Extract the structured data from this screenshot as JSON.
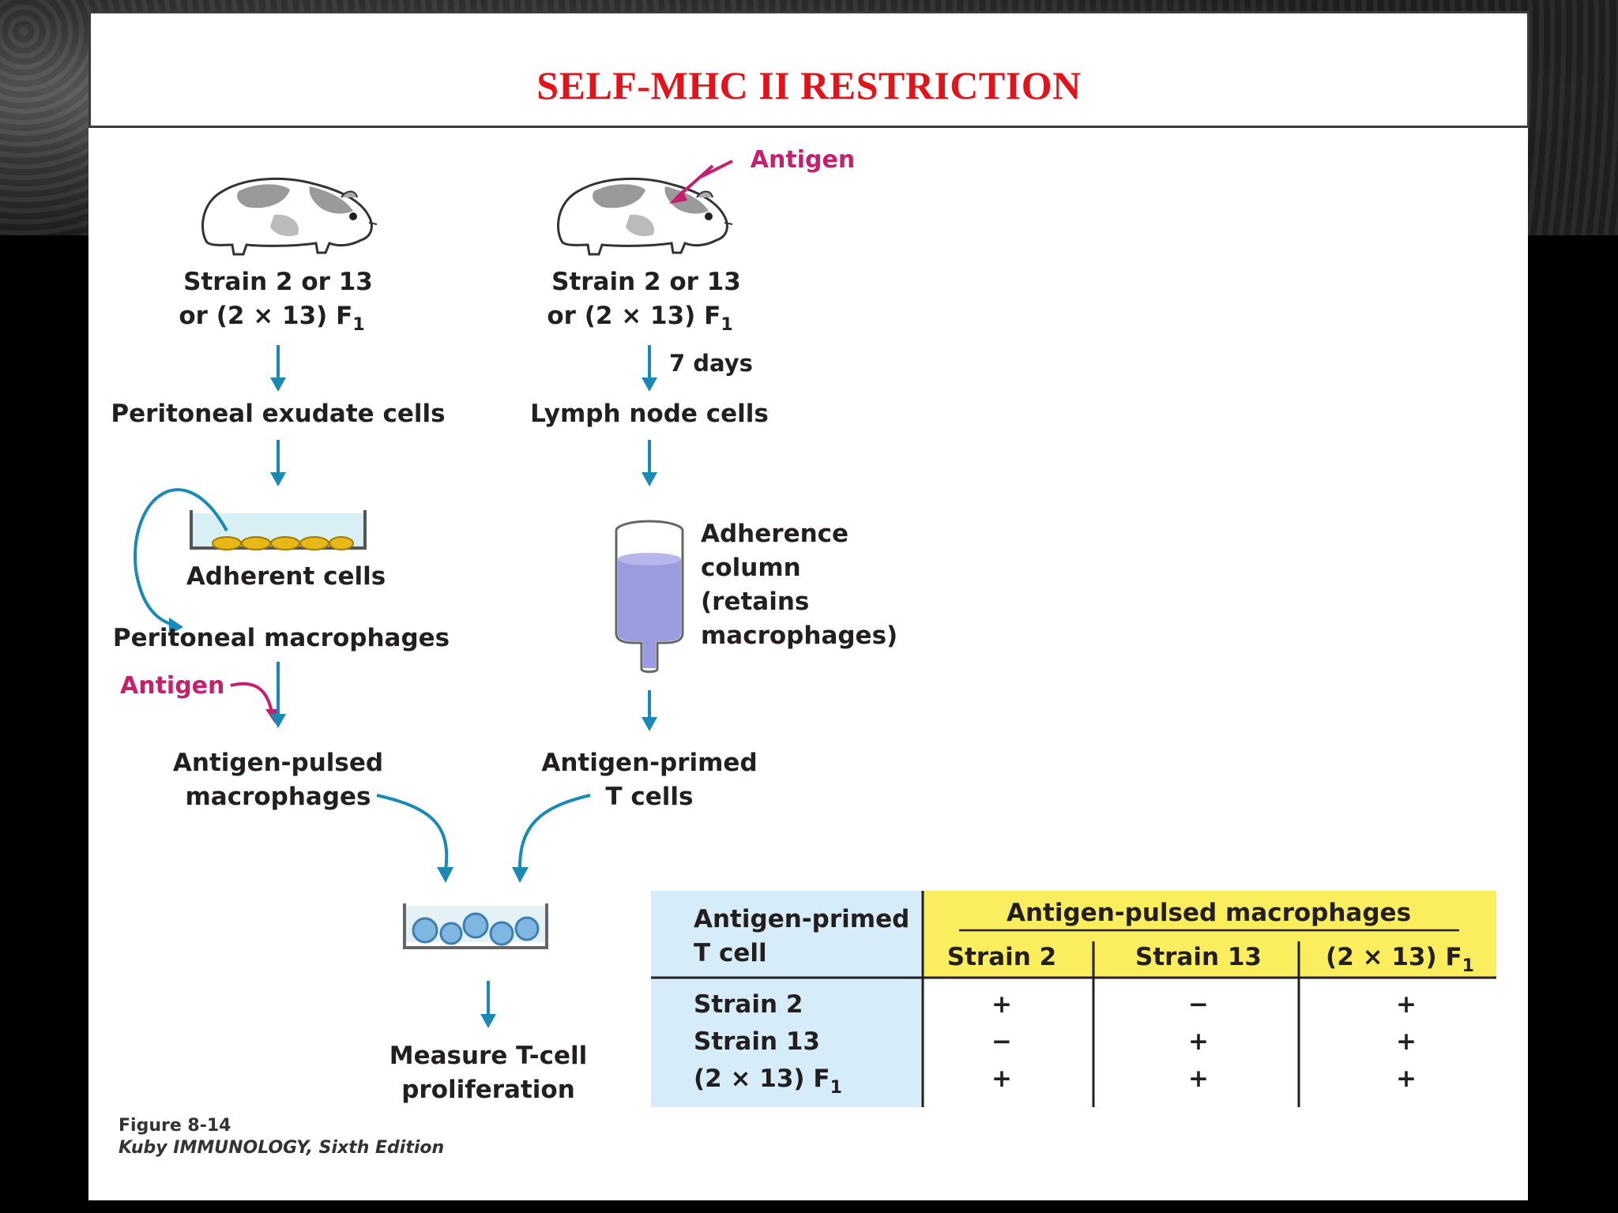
{
  "slide": {
    "title": "SELF-MHC II RESTRICTION"
  },
  "left_branch": {
    "strain_line1": "Strain 2 or 13",
    "strain_line2": "or (2 × 13) F",
    "strain_sub": "1",
    "step1": "Peritoneal exudate cells",
    "dish_label": "Adherent cells",
    "step2": "Peritoneal macrophages",
    "antigen": "Antigen",
    "result_line1": "Antigen-pulsed",
    "result_line2": "macrophages"
  },
  "right_branch": {
    "antigen": "Antigen",
    "strain_line1": "Strain 2 or 13",
    "strain_line2": "or (2 × 13) F",
    "strain_sub": "1",
    "interval": "7 days",
    "step1": "Lymph node cells",
    "column_line1": "Adherence",
    "column_line2": "column",
    "column_line3": "(retains",
    "column_line4": "macrophages)",
    "result_line1": "Antigen-primed",
    "result_line2": "T cells"
  },
  "final": {
    "line1": "Measure T-cell",
    "line2": "proliferation"
  },
  "table": {
    "row_header_line1": "Antigen-primed",
    "row_header_line2": "T cell",
    "col_group": "Antigen-pulsed macrophages",
    "columns": [
      "Strain 2",
      "Strain 13",
      "(2 × 13) F"
    ],
    "col3_sub": "1",
    "rows": [
      {
        "label": "Strain 2",
        "sub": "",
        "values": [
          "+",
          "−",
          "+"
        ]
      },
      {
        "label": "Strain 13",
        "sub": "",
        "values": [
          "−",
          "+",
          "+"
        ]
      },
      {
        "label": "(2 × 13) F",
        "sub": "1",
        "values": [
          "+",
          "+",
          "+"
        ]
      }
    ],
    "colors": {
      "row_header_bg": "#d6ecf8",
      "col_header_bg": "#fbee5e"
    }
  },
  "caption": {
    "line1": "Figure 8-14",
    "line2": "Kuby IMMUNOLOGY, Sixth Edition"
  },
  "colors": {
    "title": "#e3131b",
    "arrow": "#1a8ab4",
    "antigen": "#c5206e"
  }
}
